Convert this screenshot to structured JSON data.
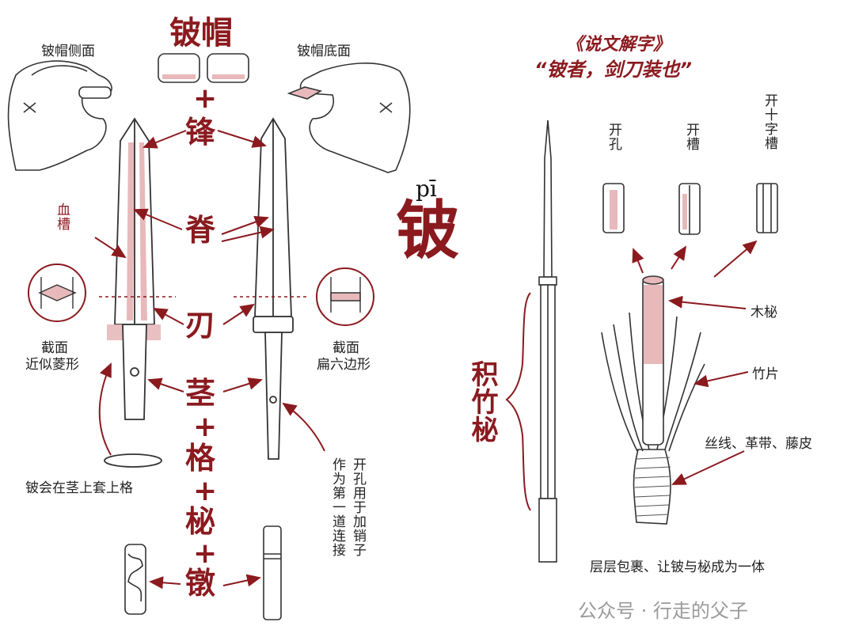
{
  "title": "铍帽",
  "pinyin": "pī",
  "main_char": "铍",
  "components": {
    "feng": "锋",
    "ji": "脊",
    "ren": "刃",
    "jing": "茎",
    "ge": "格",
    "bi": "柲",
    "dui": "镦",
    "plus": "+"
  },
  "labels": {
    "cap_side": "铍帽侧面",
    "cap_bottom": "铍帽底面",
    "blood_groove": "血槽",
    "section_left_1": "截面",
    "section_left_2": "近似菱形",
    "section_right_1": "截面",
    "section_right_2": "扁六边形",
    "ge_note": "铍会在茎上套上格",
    "hole_note_1": "开孔用于加销子",
    "hole_note_2": "作为第一道连接"
  },
  "right": {
    "quote_title": "《说文解字》",
    "quote": "“铍者，剑刀装也”",
    "hole_open": "开孔",
    "slot_open": "开槽",
    "cross_slot": "开十字槽",
    "shaft_title": "积竹柲",
    "wood": "木柲",
    "bamboo": "竹片",
    "binding": "丝线、革带、藤皮",
    "caption": "层层包裹、让铍与柲成为一体"
  },
  "watermark": "公众号 · 行走的父子",
  "colors": {
    "accent": "#8b1a1f",
    "pink": "#e7b9bb",
    "line": "#333333"
  }
}
